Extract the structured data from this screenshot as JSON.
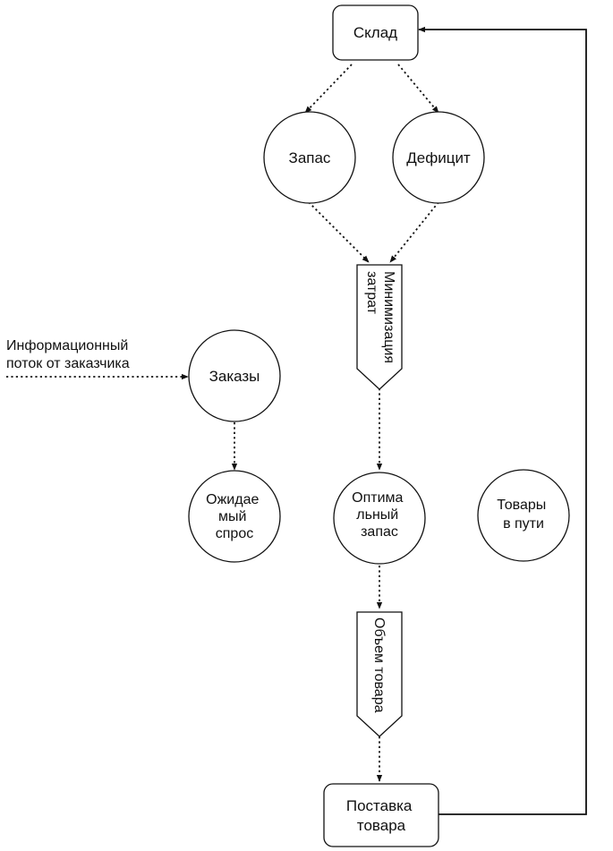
{
  "nodes": {
    "sklad": "Склад",
    "zapas": "Запас",
    "deficit": "Дефицит",
    "minimization": [
      "Минимизация",
      "затрат"
    ],
    "info_flow": [
      "Информационный",
      "поток от заказчика"
    ],
    "zakazy": "Заказы",
    "expected_demand": [
      "Ожидае",
      "мый",
      "спрос"
    ],
    "optimal_stock": [
      "Оптима",
      "льный",
      "запас"
    ],
    "goods_in_transit": [
      "Товары",
      "в пути"
    ],
    "goods_volume": "Объем товара",
    "delivery": [
      "Поставка",
      "товара"
    ]
  },
  "colors": {
    "stroke": "#111111",
    "background": "#ffffff"
  }
}
